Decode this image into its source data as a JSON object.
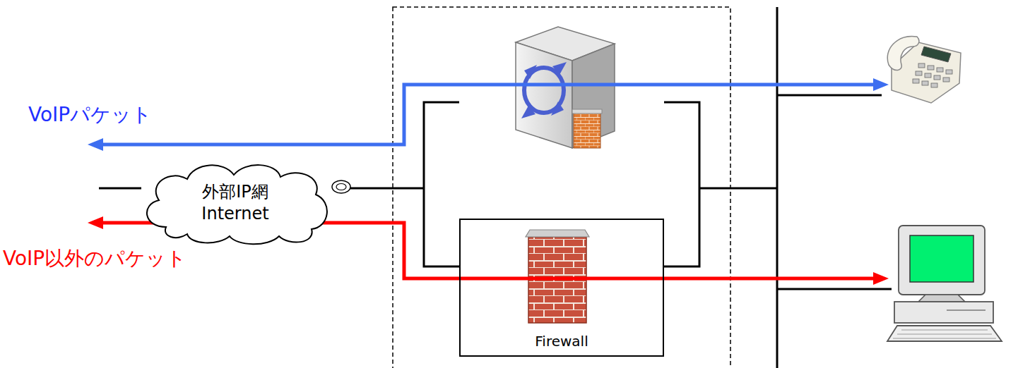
{
  "diagram": {
    "nodes": [
      {
        "text": [
          "外部IP網 Internet"
        ]
      },
      {
        "text": [
          "Firewall"
        ]
      }
    ],
    "labels": [
      "VoIPパケット",
      "VoIP以外のパケット"
    ]
  }
}
